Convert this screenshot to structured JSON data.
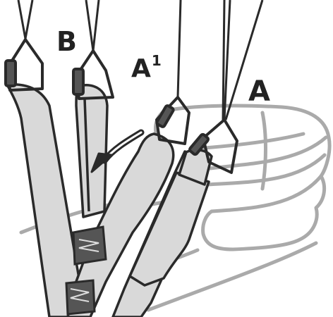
{
  "labels": {
    "b": "B",
    "a1_base": "A",
    "a1_sup": "1",
    "a": "A"
  },
  "colors": {
    "outline": "#2a2a2a",
    "riser_fill": "#d9d9d9",
    "hand_fill": "#ffffff",
    "hand_stroke": "#aaaaaa",
    "velcro_fill": "#555555",
    "background": "#ffffff"
  },
  "icons": {
    "arrow": "curved-arrow-icon",
    "carabiners": "carabiner-icon"
  }
}
